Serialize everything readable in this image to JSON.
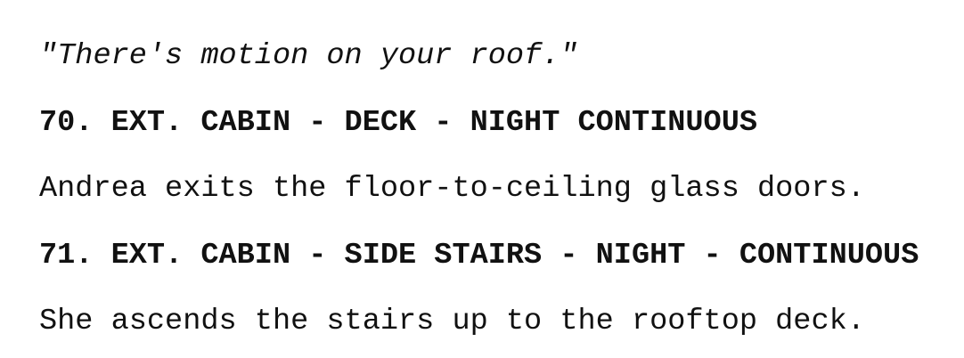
{
  "script": {
    "dialogue": "\"There's motion on your roof.\"",
    "scene_70_heading": "70. EXT. CABIN - DECK - NIGHT CONTINUOUS",
    "scene_70_action": "Andrea exits the floor-to-ceiling glass doors.",
    "scene_71_heading": "71. EXT. CABIN - SIDE STAIRS - NIGHT - CONTINUOUS",
    "scene_71_action": "She ascends the stairs up to the rooftop deck."
  }
}
